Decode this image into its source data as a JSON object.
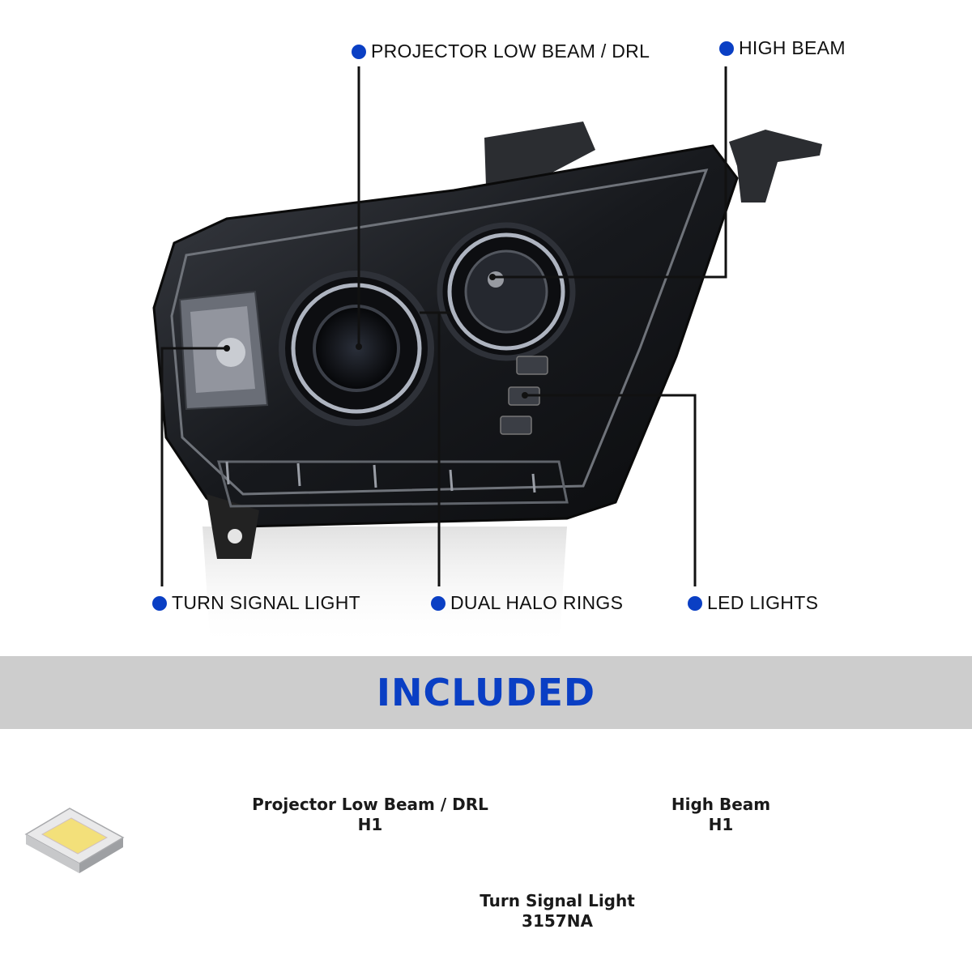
{
  "callouts": {
    "projector": "PROJECTOR LOW BEAM / DRL",
    "high_beam": "HIGH BEAM",
    "turn_signal": "TURN SIGNAL LIGHT",
    "halo": "DUAL HALO RINGS",
    "led": "LED LIGHTS"
  },
  "included": {
    "title": "INCLUDED",
    "items": [
      {
        "name": "Projector Low Beam / DRL",
        "bulb": "H1"
      },
      {
        "name": "High Beam",
        "bulb": "H1"
      },
      {
        "name": "Turn Signal Light",
        "bulb": "3157NA"
      }
    ]
  },
  "colors": {
    "accent": "#0a3fc4",
    "band": "#cdcdcd"
  }
}
